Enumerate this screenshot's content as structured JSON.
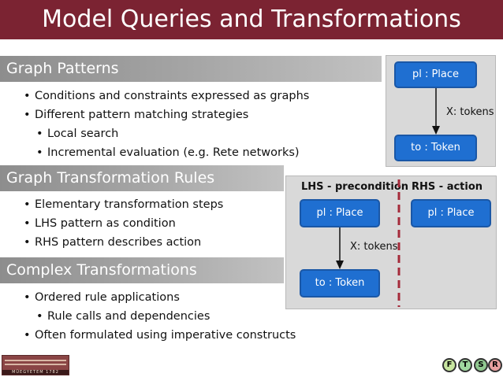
{
  "title": "Model Queries and Transformations",
  "sections": {
    "graph_patterns": {
      "heading": "Graph Patterns",
      "bullets": [
        "Conditions and constraints expressed as graphs",
        "Different pattern matching strategies",
        "Local search",
        "Incremental evaluation (e.g. Rete networks)"
      ]
    },
    "graph_transformation_rules": {
      "heading": "Graph Transformation Rules",
      "bullets": [
        "Elementary transformation steps",
        "LHS pattern as condition",
        "RHS pattern describes action"
      ]
    },
    "complex_transformations": {
      "heading": "Complex Transformations",
      "bullets": [
        "Ordered rule applications",
        "Rule calls and dependencies",
        "Often formulated using imperative constructs"
      ]
    }
  },
  "pattern_diagram": {
    "node_top": "pl : Place",
    "node_bottom": "to : Token",
    "edge_label": "X: tokens"
  },
  "rule_diagram": {
    "lhs_header": "LHS - precondition",
    "rhs_header": "RHS - action",
    "lhs_node_top": "pl : Place",
    "lhs_node_bottom": "to : Token",
    "edge_label": "X: tokens",
    "rhs_node": "pl : Place"
  },
  "bullet_glyph": "•",
  "footer_logo_caption": "MÜEGYETEM 1782",
  "footer_logos": [
    "F",
    "T",
    "S",
    "R"
  ],
  "colors": {
    "title_bar": "#7b2332",
    "node_fill": "#1f6fd1",
    "divider": "#a52a3a",
    "panel": "#d9d9d9"
  }
}
